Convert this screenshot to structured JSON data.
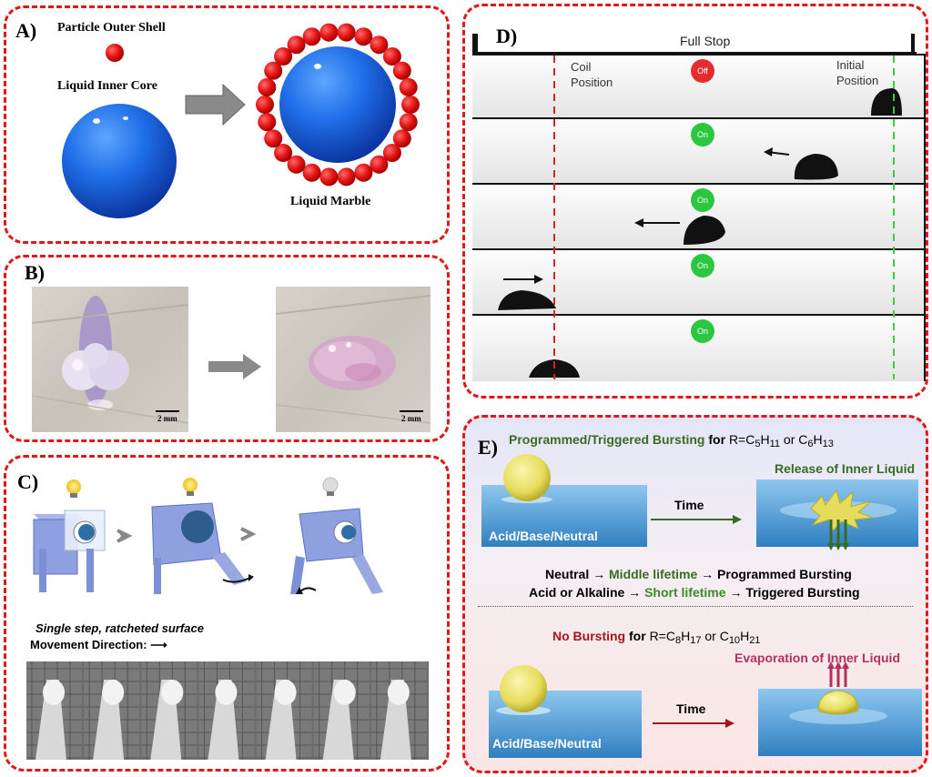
{
  "panelA": {
    "label": "A)",
    "shell_text": "Particle Outer Shell",
    "core_text": "Liquid Inner Core",
    "marble_text": "Liquid Marble"
  },
  "panelB": {
    "label": "B)",
    "scale_left": "2 mm",
    "scale_right": "2 mm"
  },
  "panelC": {
    "label": "C)",
    "caption_line1": "Single step, ratcheted surface",
    "caption_line2": "Movement Direction: ⟶"
  },
  "panelD": {
    "label": "D)",
    "title": "Full Stop",
    "coil_text": "Coil Position",
    "initial_text": "Initial Position",
    "frames": [
      {
        "state": "Off",
        "color": "#e52b2b"
      },
      {
        "state": "On",
        "color": "#2cc640"
      },
      {
        "state": "On",
        "color": "#2cc640"
      },
      {
        "state": "On",
        "color": "#2cc640"
      },
      {
        "state": "On",
        "color": "#2cc640"
      }
    ]
  },
  "panelE": {
    "label": "E)",
    "heading_green": "Programmed/Triggered Bursting",
    "heading_for": "for",
    "heading_formula": "R=C5H11 or C6H13",
    "release_text": "Release of Inner Liquid",
    "time_top": "Time",
    "acid_top": "Acid/Base/Neutral",
    "neutral_line": {
      "a": "Neutral →",
      "b": "Middle lifetime",
      "c": "→ Programmed Bursting"
    },
    "acid_line": {
      "a": "Acid or Alkaline →",
      "b": "Short lifetime",
      "c": "→ Triggered Bursting"
    },
    "no_burst_red": "No Bursting",
    "no_burst_for": "for",
    "no_burst_formula": "R=C8H17 or C10H21",
    "evap_text": "Evaporation of Inner Liquid",
    "time_bottom": "Time",
    "acid_bottom": "Acid/Base/Neutral",
    "colors": {
      "green": "#3a6b25",
      "red": "#a4161a",
      "pink": "#b03060"
    }
  }
}
